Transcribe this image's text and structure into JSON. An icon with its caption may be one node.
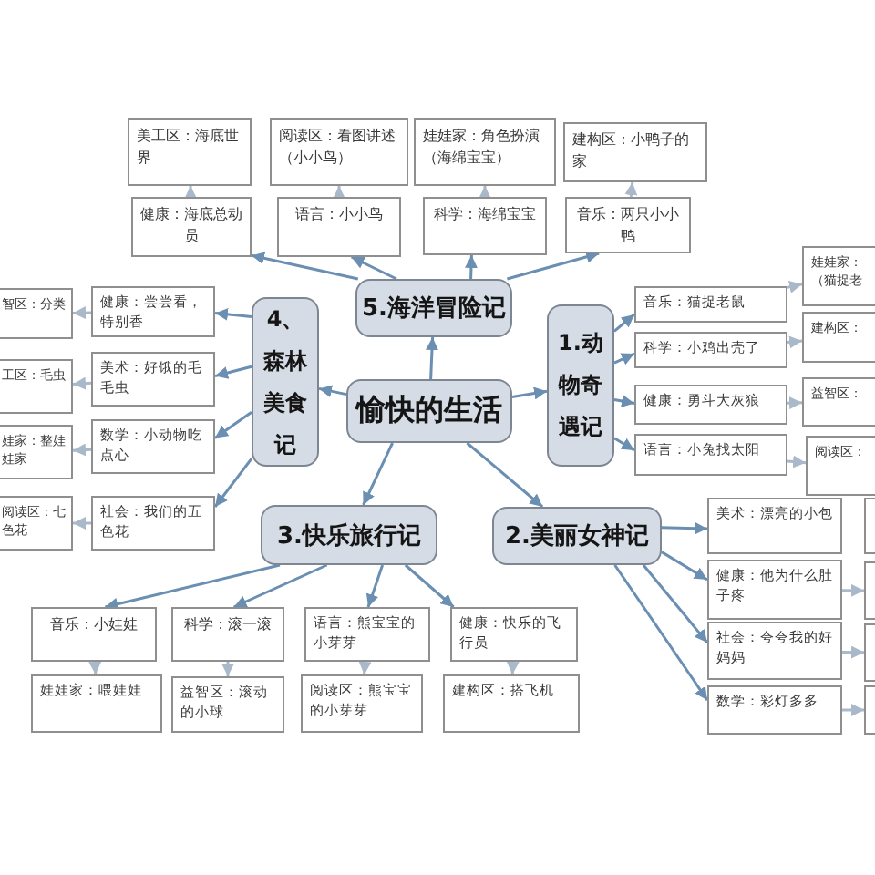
{
  "diagram": {
    "nodes": [
      {
        "text": [
          "愉快的生活"
        ]
      },
      {
        "text": [
          "5.海洋冒险记"
        ]
      },
      {
        "text": [
          "健康：海底总动员"
        ]
      },
      {
        "text": [
          "美工区：海底世界"
        ]
      },
      {
        "text": [
          "语言：小小鸟"
        ]
      },
      {
        "text": [
          "阅读区：看图讲述（小小鸟）"
        ]
      },
      {
        "text": [
          "科学：海绵宝宝"
        ]
      },
      {
        "text": [
          "娃娃家：角色扮演（海绵宝宝）"
        ]
      },
      {
        "text": [
          "音乐：两只小小鸭"
        ]
      },
      {
        "text": [
          "建构区：小鸭子的家"
        ]
      },
      {
        "text": [
          "1.动物奇遇记"
        ]
      },
      {
        "text": [
          "音乐：猫捉老鼠"
        ]
      },
      {
        "text": [
          "娃娃家：（猫捉老"
        ]
      },
      {
        "text": [
          "科学：小鸡出壳了"
        ]
      },
      {
        "text": [
          "建构区："
        ]
      },
      {
        "text": [
          "健康：勇斗大灰狼"
        ]
      },
      {
        "text": [
          "益智区："
        ]
      },
      {
        "text": [
          "语言：小兔找太阳"
        ]
      },
      {
        "text": [
          "阅读区："
        ]
      },
      {
        "text": [
          "2.美丽女神记"
        ]
      },
      {
        "text": [
          "美术：漂亮的小包"
        ]
      },
      {
        "text": [],
        "shape": "box"
      },
      {
        "text": [
          "健康：他为什么肚子疼"
        ]
      },
      {
        "text": [],
        "shape": "box"
      },
      {
        "text": [
          "社会：夸夸我的好妈妈"
        ]
      },
      {
        "text": [],
        "shape": "box"
      },
      {
        "text": [
          "数学：彩灯多多"
        ]
      },
      {
        "text": [],
        "shape": "box"
      },
      {
        "text": [
          "3.快乐旅行记"
        ]
      },
      {
        "text": [
          "音乐：小娃娃"
        ]
      },
      {
        "text": [
          "娃娃家：喂娃娃"
        ]
      },
      {
        "text": [
          "科学：滚一滚"
        ]
      },
      {
        "text": [
          "益智区：滚动的小球"
        ]
      },
      {
        "text": [
          "语言：熊宝宝的小芽芽"
        ]
      },
      {
        "text": [
          "阅读区：熊宝宝的小芽芽"
        ]
      },
      {
        "text": [
          "健康：快乐的飞行员"
        ]
      },
      {
        "text": [
          "建构区：搭飞机"
        ]
      },
      {
        "text": [
          "4、森林美食记"
        ]
      },
      {
        "text": [
          "健康：尝尝看，特别香"
        ]
      },
      {
        "text": [
          "智区：分类"
        ]
      },
      {
        "text": [
          "美术：好饿的毛毛虫"
        ]
      },
      {
        "text": [
          "工区：毛虫"
        ]
      },
      {
        "text": [
          "数学：小动物吃点心"
        ]
      },
      {
        "text": [
          "娃家：整娃娃家"
        ]
      },
      {
        "text": [
          "社会：我们的五色花"
        ]
      },
      {
        "text": [
          "阅读区：七色花"
        ]
      }
    ],
    "edges": [
      {
        "from": 0,
        "to": 1,
        "arrow": "to"
      },
      {
        "from": 0,
        "to": 10,
        "arrow": "to"
      },
      {
        "from": 0,
        "to": 37,
        "arrow": "to"
      },
      {
        "from": 0,
        "to": 28,
        "arrow": "to"
      },
      {
        "from": 0,
        "to": 19,
        "arrow": "to"
      },
      {
        "from": 1,
        "to": 2,
        "arrow": "to"
      },
      {
        "from": 2,
        "to": 3,
        "arrow": "to",
        "color": "#a9b9c9"
      },
      {
        "from": 1,
        "to": 4,
        "arrow": "to"
      },
      {
        "from": 4,
        "to": 5,
        "arrow": "to",
        "color": "#a9b9c9"
      },
      {
        "from": 1,
        "to": 6,
        "arrow": "to"
      },
      {
        "from": 6,
        "to": 7,
        "arrow": "to",
        "color": "#a9b9c9"
      },
      {
        "from": 1,
        "to": 8,
        "arrow": "to"
      },
      {
        "from": 8,
        "to": 9,
        "arrow": "to",
        "color": "#a9b9c9"
      },
      {
        "from": 10,
        "to": 11,
        "arrow": "to"
      },
      {
        "from": 11,
        "to": 12,
        "arrow": "to",
        "color": "#a9b9c9"
      },
      {
        "from": 10,
        "to": 13,
        "arrow": "to"
      },
      {
        "from": 13,
        "to": 14,
        "arrow": "to",
        "color": "#a9b9c9"
      },
      {
        "from": 10,
        "to": 15,
        "arrow": "to"
      },
      {
        "from": 15,
        "to": 16,
        "arrow": "to",
        "color": "#a9b9c9"
      },
      {
        "from": 10,
        "to": 17,
        "arrow": "to"
      },
      {
        "from": 17,
        "to": 18,
        "arrow": "to",
        "color": "#a9b9c9"
      },
      {
        "from": 19,
        "to": 20,
        "arrow": "to"
      },
      {
        "from": 19,
        "to": 22,
        "arrow": "to"
      },
      {
        "from": 22,
        "to": 23,
        "arrow": "to",
        "color": "#a9b9c9"
      },
      {
        "from": 19,
        "to": 24,
        "arrow": "to"
      },
      {
        "from": 24,
        "to": 25,
        "arrow": "to",
        "color": "#a9b9c9"
      },
      {
        "from": 19,
        "to": 26,
        "arrow": "to"
      },
      {
        "from": 26,
        "to": 27,
        "arrow": "to",
        "color": "#a9b9c9"
      },
      {
        "from": 28,
        "to": 29,
        "arrow": "to"
      },
      {
        "from": 29,
        "to": 30,
        "arrow": "to",
        "color": "#a9b9c9"
      },
      {
        "from": 28,
        "to": 31,
        "arrow": "to"
      },
      {
        "from": 31,
        "to": 32,
        "arrow": "to",
        "color": "#a9b9c9"
      },
      {
        "from": 28,
        "to": 33,
        "arrow": "to"
      },
      {
        "from": 33,
        "to": 34,
        "arrow": "to",
        "color": "#a9b9c9"
      },
      {
        "from": 28,
        "to": 35,
        "arrow": "to"
      },
      {
        "from": 35,
        "to": 36,
        "arrow": "to",
        "color": "#a9b9c9"
      },
      {
        "from": 37,
        "to": 38,
        "arrow": "to"
      },
      {
        "from": 38,
        "to": 39,
        "arrow": "to",
        "color": "#a9b9c9"
      },
      {
        "from": 37,
        "to": 40,
        "arrow": "to"
      },
      {
        "from": 40,
        "to": 41,
        "arrow": "to",
        "color": "#a9b9c9"
      },
      {
        "from": 37,
        "to": 42,
        "arrow": "to"
      },
      {
        "from": 42,
        "to": 43,
        "arrow": "to",
        "color": "#a9b9c9"
      },
      {
        "from": 37,
        "to": 44,
        "arrow": "to"
      },
      {
        "from": 44,
        "to": 45,
        "arrow": "to",
        "color": "#a9b9c9"
      }
    ]
  }
}
